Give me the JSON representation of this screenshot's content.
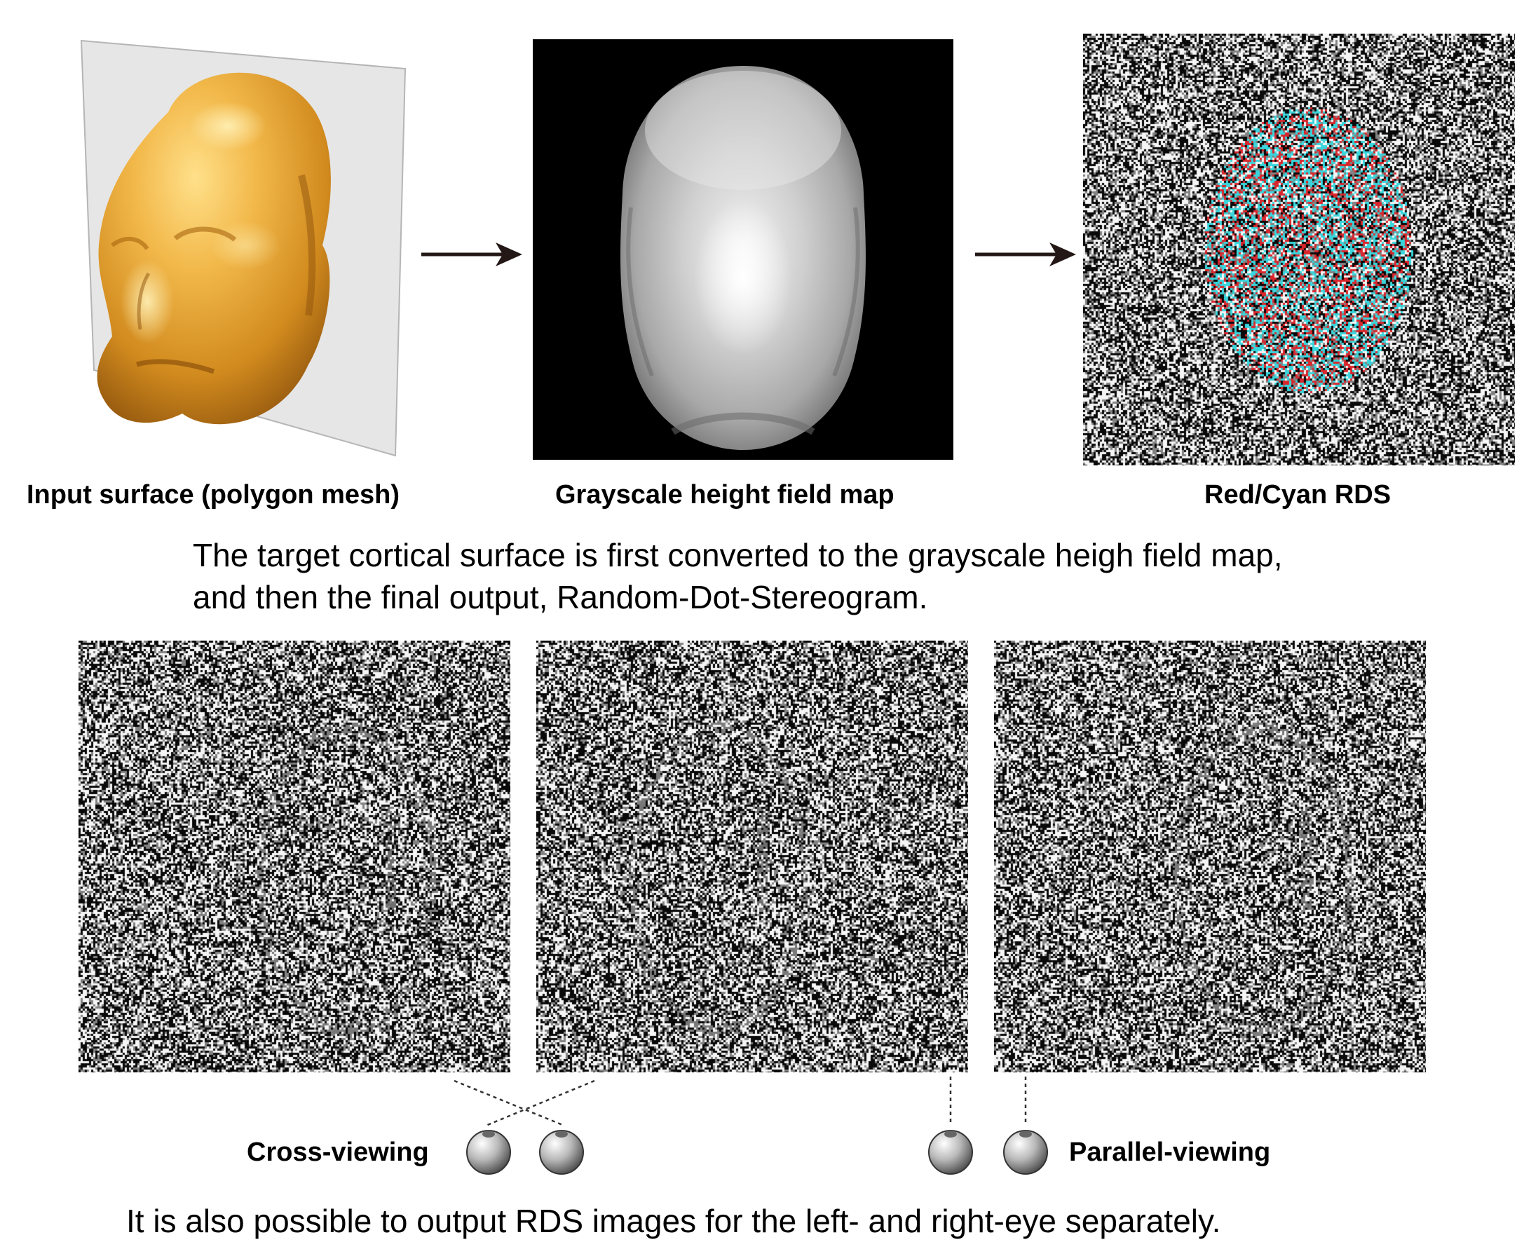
{
  "top_row": {
    "panels": [
      {
        "label": "Input surface (polygon mesh)"
      },
      {
        "label": "Grayscale height field map"
      },
      {
        "label": "Red/Cyan RDS"
      }
    ]
  },
  "description": {
    "line1": "The target cortical surface is first converted to the grayscale heigh field map,",
    "line2": "and then the final output, Random-Dot-Stereogram."
  },
  "viewing": {
    "cross_label": "Cross-viewing",
    "parallel_label": "Parallel-viewing"
  },
  "footer": {
    "text": "It is also possible to output RDS images for the left- and right-eye separately."
  },
  "colors": {
    "mesh_gold": "#e8a73a",
    "anaglyph_red": "#d9262c",
    "anaglyph_cyan": "#38d6dc",
    "arrow": "#231815"
  }
}
